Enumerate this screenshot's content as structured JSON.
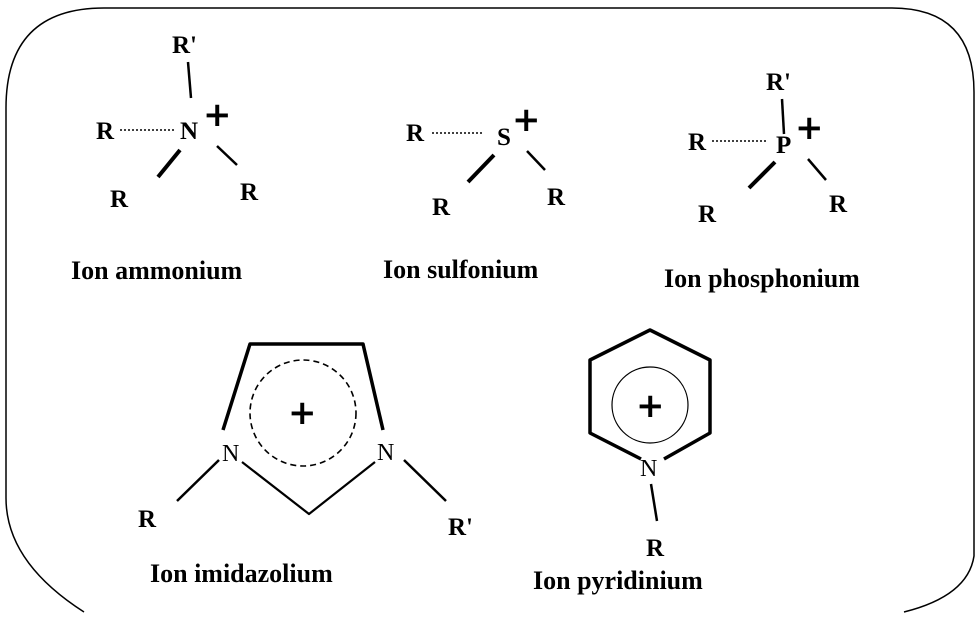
{
  "ions": {
    "ammonium": {
      "caption": "Ion ammonium",
      "center": "N",
      "top": "R'",
      "left": "R",
      "bottom_left": "R",
      "bottom_right": "R",
      "charge": "+"
    },
    "sulfonium": {
      "caption": "Ion sulfonium",
      "center": "S",
      "left": "R",
      "bottom_left": "R",
      "bottom_right": "R",
      "charge": "+"
    },
    "phosphonium": {
      "caption": "Ion phosphonium",
      "center": "P",
      "top": "R'",
      "left": "R",
      "bottom_left": "R",
      "bottom_right": "R",
      "charge": "+"
    },
    "imidazolium": {
      "caption": "Ion imidazolium",
      "n_left": "N",
      "n_right": "N",
      "sub_left": "R",
      "sub_right": "R'",
      "charge": "+"
    },
    "pyridinium": {
      "caption": "Ion pyridinium",
      "n": "N",
      "sub": "R",
      "charge": "+"
    }
  },
  "colors": {
    "ink": "#000000",
    "background": "#ffffff",
    "frame": "#000000"
  }
}
